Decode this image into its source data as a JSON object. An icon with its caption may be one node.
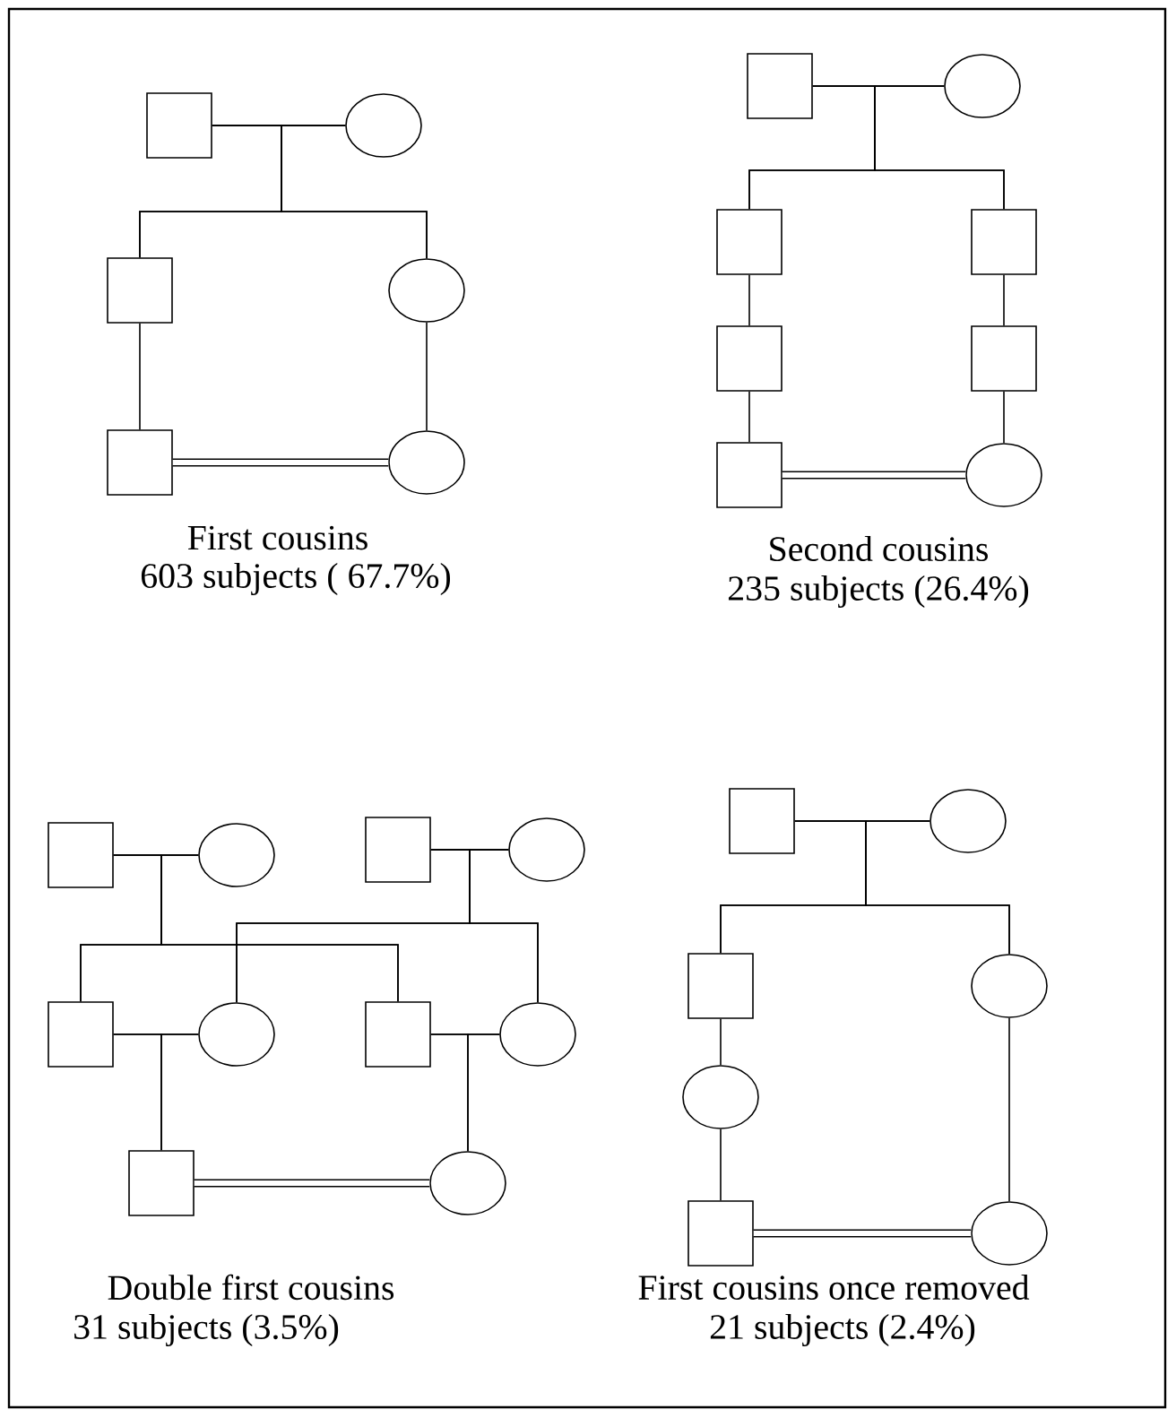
{
  "diagram": {
    "nodes": [
      {
        "text": [],
        "shape": "box"
      },
      {
        "text": [],
        "shape": "circle"
      },
      {
        "text": [],
        "shape": "box"
      },
      {
        "text": [],
        "shape": "circle"
      },
      {
        "text": [],
        "shape": "box"
      },
      {
        "text": [],
        "shape": "circle"
      },
      {
        "text": [],
        "shape": "box"
      },
      {
        "text": [],
        "shape": "circle"
      },
      {
        "text": [],
        "shape": "box"
      },
      {
        "text": [],
        "shape": "box"
      },
      {
        "text": [],
        "shape": "box"
      },
      {
        "text": [],
        "shape": "box"
      },
      {
        "text": [],
        "shape": "box"
      },
      {
        "text": [],
        "shape": "circle"
      },
      {
        "text": [],
        "shape": "box"
      },
      {
        "text": [],
        "shape": "circle"
      },
      {
        "text": [],
        "shape": "box"
      },
      {
        "text": [],
        "shape": "circle"
      },
      {
        "text": [],
        "shape": "box"
      },
      {
        "text": [],
        "shape": "circle"
      },
      {
        "text": [],
        "shape": "box"
      },
      {
        "text": [],
        "shape": "circle"
      },
      {
        "text": [],
        "shape": "box"
      },
      {
        "text": [],
        "shape": "circle"
      },
      {
        "text": [],
        "shape": "box"
      },
      {
        "text": [],
        "shape": "circle"
      },
      {
        "text": [],
        "shape": "box"
      },
      {
        "text": [],
        "shape": "circle"
      },
      {
        "text": [],
        "shape": "circle"
      },
      {
        "text": [],
        "shape": "box"
      },
      {
        "text": [],
        "shape": "circle"
      }
    ],
    "edges": [
      {
        "from": 0,
        "to": 1,
        "arrow": "none"
      },
      {
        "from": 0,
        "to": 2,
        "arrow": "none"
      },
      {
        "from": 1,
        "to": 2,
        "arrow": "none"
      },
      {
        "from": 0,
        "to": 3,
        "arrow": "none"
      },
      {
        "from": 1,
        "to": 3,
        "arrow": "none"
      },
      {
        "from": 2,
        "to": 4,
        "arrow": "none"
      },
      {
        "from": 3,
        "to": 5,
        "arrow": "none"
      },
      {
        "from": 4,
        "to": 5,
        "arrow": "none",
        "style": "thick"
      },
      {
        "from": 6,
        "to": 7,
        "arrow": "none"
      },
      {
        "from": 6,
        "to": 8,
        "arrow": "none"
      },
      {
        "from": 7,
        "to": 8,
        "arrow": "none"
      },
      {
        "from": 6,
        "to": 9,
        "arrow": "none"
      },
      {
        "from": 7,
        "to": 9,
        "arrow": "none"
      },
      {
        "from": 8,
        "to": 10,
        "arrow": "none"
      },
      {
        "from": 10,
        "to": 12,
        "arrow": "none"
      },
      {
        "from": 9,
        "to": 11,
        "arrow": "none"
      },
      {
        "from": 11,
        "to": 13,
        "arrow": "none"
      },
      {
        "from": 12,
        "to": 13,
        "arrow": "none",
        "style": "thick"
      },
      {
        "from": 14,
        "to": 15,
        "arrow": "none"
      },
      {
        "from": 16,
        "to": 17,
        "arrow": "none"
      },
      {
        "from": 14,
        "to": 18,
        "arrow": "none"
      },
      {
        "from": 15,
        "to": 18,
        "arrow": "none"
      },
      {
        "from": 14,
        "to": 20,
        "arrow": "none"
      },
      {
        "from": 15,
        "to": 20,
        "arrow": "none"
      },
      {
        "from": 16,
        "to": 19,
        "arrow": "none"
      },
      {
        "from": 17,
        "to": 19,
        "arrow": "none"
      },
      {
        "from": 16,
        "to": 21,
        "arrow": "none"
      },
      {
        "from": 17,
        "to": 21,
        "arrow": "none"
      },
      {
        "from": 18,
        "to": 19,
        "arrow": "none"
      },
      {
        "from": 20,
        "to": 21,
        "arrow": "none"
      },
      {
        "from": 18,
        "to": 22,
        "arrow": "none"
      },
      {
        "from": 19,
        "to": 22,
        "arrow": "none"
      },
      {
        "from": 20,
        "to": 23,
        "arrow": "none"
      },
      {
        "from": 21,
        "to": 23,
        "arrow": "none"
      },
      {
        "from": 22,
        "to": 23,
        "arrow": "none",
        "style": "thick"
      },
      {
        "from": 24,
        "to": 25,
        "arrow": "none"
      },
      {
        "from": 24,
        "to": 26,
        "arrow": "none"
      },
      {
        "from": 25,
        "to": 26,
        "arrow": "none"
      },
      {
        "from": 24,
        "to": 27,
        "arrow": "none"
      },
      {
        "from": 25,
        "to": 27,
        "arrow": "none"
      },
      {
        "from": 26,
        "to": 28,
        "arrow": "none"
      },
      {
        "from": 28,
        "to": 29,
        "arrow": "none"
      },
      {
        "from": 27,
        "to": 30,
        "arrow": "none"
      },
      {
        "from": 29,
        "to": 30,
        "arrow": "none",
        "style": "thick"
      }
    ],
    "labels": [
      "First cousins",
      "603 subjects ( 67.7%)",
      "Second cousins",
      "235 subjects (26.4%)",
      "Double first cousins",
      "31 subjects (3.5%)",
      "First cousins once removed",
      "21 subjects (2.4%)"
    ]
  }
}
